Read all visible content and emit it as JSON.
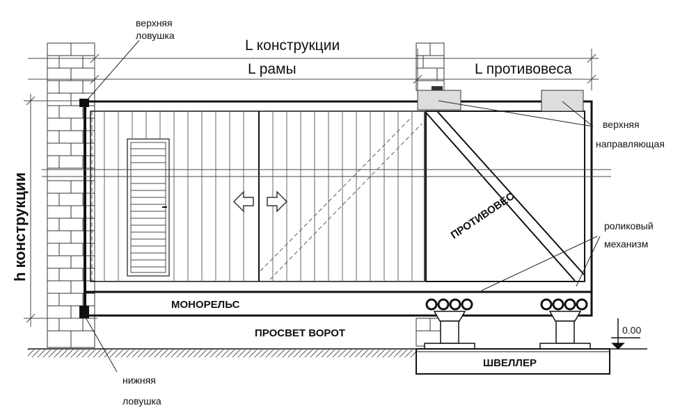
{
  "labels": {
    "top_trap": [
      "верхняя",
      "ловушка"
    ],
    "bottom_trap": [
      "нижняя",
      "ловушка"
    ],
    "l_construction": "L конструкции",
    "l_frame": "L рамы",
    "l_counterweight": "L противовеса",
    "h_construction": "h конструкции",
    "top_guide": [
      "верхняя",
      "направляющая"
    ],
    "roller_mechanism": [
      "роликовый",
      "механизм"
    ],
    "counterweight": "ПРОТИВОВЕС",
    "monorail": "МОНОРЕЛЬС",
    "gate_clearance": "ПРОСВЕТ ВОРОТ",
    "channel": "ШВЕЛЛЕР",
    "level_mark": "0.00"
  },
  "colors": {
    "line": "#111111",
    "guide_block": "#dddddd",
    "hatch": "#555555"
  }
}
